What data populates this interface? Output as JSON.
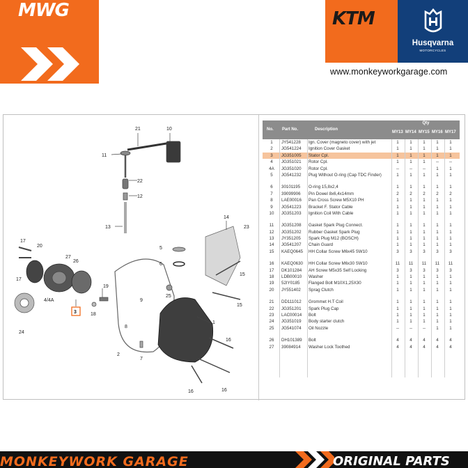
{
  "header": {
    "mwg_logo_text": "MWG",
    "ktm_logo_text": "KTM",
    "husqvarna_logo_text": "Husqvarna",
    "husqvarna_sub_text": "MOTORCYCLES",
    "site_url": "www.monkeyworkgarage.com",
    "brand_color": "#f26b1d",
    "husqvarna_color": "#123f7a"
  },
  "diagram": {
    "callouts": [
      "21",
      "10",
      "11",
      "22",
      "12",
      "13",
      "14",
      "23",
      "17",
      "20",
      "27",
      "26",
      "17",
      "4/4A",
      "3",
      "19",
      "18",
      "5",
      "6",
      "25",
      "9",
      "8",
      "15",
      "15",
      "1",
      "24",
      "2",
      "7",
      "16",
      "16",
      "16"
    ],
    "highlighted_callout": "3",
    "highlight_color": "#f26b1d"
  },
  "table": {
    "col_no": "No.",
    "col_part": "Part No.",
    "col_desc": "Description",
    "col_qty": "Qty",
    "years": [
      "MY13",
      "MY14",
      "MY15",
      "MY16",
      "MY17"
    ],
    "highlight_color": "#f6c49d",
    "rows": [
      {
        "no": "1",
        "part": "JY541228",
        "desc": "Ign. Cover (magneto cover) with jet",
        "q": [
          "1",
          "1",
          "1",
          "1",
          "1"
        ]
      },
      {
        "no": "2",
        "part": "JG541224",
        "desc": "Ignition Cover Gasket",
        "q": [
          "1",
          "1",
          "1",
          "1",
          "1"
        ]
      },
      {
        "no": "3",
        "part": "JG351005",
        "desc": "Stator Cpl.",
        "q": [
          "1",
          "1",
          "1",
          "1",
          "1"
        ],
        "hl": true
      },
      {
        "no": "4",
        "part": "JG351021",
        "desc": "Rotor Cpl.",
        "q": [
          "1",
          "1",
          "1",
          "--",
          "--"
        ]
      },
      {
        "no": "4A",
        "part": "JG351020",
        "desc": "Rotor Cpl.",
        "q": [
          "--",
          "--",
          "--",
          "1",
          "1"
        ]
      },
      {
        "no": "5",
        "part": "JG541232",
        "desc": "Plug Without O-ring (Cap TDC Finder)",
        "q": [
          "1",
          "1",
          "1",
          "1",
          "1"
        ]
      },
      {
        "gap": true
      },
      {
        "no": "6",
        "part": "30101195",
        "desc": "O-ring 15,8x2,4",
        "q": [
          "1",
          "1",
          "1",
          "1",
          "1"
        ]
      },
      {
        "no": "7",
        "part": "39099906",
        "desc": "Pin Dowel 8x6,4x14mm",
        "q": [
          "2",
          "2",
          "2",
          "2",
          "2"
        ]
      },
      {
        "no": "8",
        "part": "LAE00016",
        "desc": "Pan Cross Screw M5X10 PH",
        "q": [
          "1",
          "1",
          "1",
          "1",
          "1"
        ]
      },
      {
        "no": "9",
        "part": "JG541223",
        "desc": "Bracket F. Stator Cable",
        "q": [
          "1",
          "1",
          "1",
          "1",
          "1"
        ]
      },
      {
        "no": "10",
        "part": "JG351203",
        "desc": "Ignition Coil With Cable",
        "q": [
          "1",
          "1",
          "1",
          "1",
          "1"
        ]
      },
      {
        "gap": true
      },
      {
        "no": "11",
        "part": "JG351208",
        "desc": "Gasket Spark Plug Connect.",
        "q": [
          "1",
          "1",
          "1",
          "1",
          "1"
        ]
      },
      {
        "no": "12",
        "part": "JG351202",
        "desc": "Rubber Gasket Spark Plug",
        "q": [
          "1",
          "1",
          "1",
          "1",
          "1"
        ]
      },
      {
        "no": "13",
        "part": "JY351205",
        "desc": "Spark Plug M12 (BOSCH)",
        "q": [
          "1",
          "1",
          "1",
          "1",
          "1"
        ]
      },
      {
        "no": "14",
        "part": "JG541207",
        "desc": "Chain Guard",
        "q": [
          "1",
          "1",
          "1",
          "1",
          "1"
        ]
      },
      {
        "no": "15",
        "part": "KAEQ0645",
        "desc": "HH Collar Screw M6x45 SW10",
        "q": [
          "3",
          "3",
          "3",
          "3",
          "3"
        ]
      },
      {
        "gap": true
      },
      {
        "no": "16",
        "part": "KAEQ0630",
        "desc": "HH Collar Screw M6x30 SW10",
        "q": [
          "11",
          "11",
          "11",
          "11",
          "11"
        ]
      },
      {
        "no": "17",
        "part": "DK101284",
        "desc": "AH Screw M5x35 Self Locking",
        "q": [
          "3",
          "3",
          "3",
          "3",
          "3"
        ]
      },
      {
        "no": "18",
        "part": "LDB00010",
        "desc": "Washer",
        "q": [
          "1",
          "1",
          "1",
          "1",
          "1"
        ]
      },
      {
        "no": "19",
        "part": "52IY0185",
        "desc": "Flanged Bolt M10X1,25X30",
        "q": [
          "1",
          "1",
          "1",
          "1",
          "1"
        ]
      },
      {
        "no": "20",
        "part": "JY551402",
        "desc": "Sprag Clutch",
        "q": [
          "1",
          "1",
          "1",
          "1",
          "1"
        ]
      },
      {
        "gap": true
      },
      {
        "no": "21",
        "part": "DD111012",
        "desc": "Grommet H.T Coil",
        "q": [
          "1",
          "1",
          "1",
          "1",
          "1"
        ]
      },
      {
        "no": "22",
        "part": "JG351201",
        "desc": "Spark Plug Cap",
        "q": [
          "1",
          "1",
          "1",
          "1",
          "1"
        ]
      },
      {
        "no": "23",
        "part": "LAC00014",
        "desc": "Bolt",
        "q": [
          "1",
          "1",
          "1",
          "1",
          "1"
        ]
      },
      {
        "no": "24",
        "part": "JG351019",
        "desc": "Body starter clutch",
        "q": [
          "1",
          "1",
          "1",
          "1",
          "1"
        ]
      },
      {
        "no": "25",
        "part": "JG541074",
        "desc": "Oil Nozzle",
        "q": [
          "--",
          "--",
          "--",
          "1",
          "1"
        ]
      },
      {
        "gap": true
      },
      {
        "no": "26",
        "part": "DH101389",
        "desc": "Bolt",
        "q": [
          "4",
          "4",
          "4",
          "4",
          "4"
        ]
      },
      {
        "no": "27",
        "part": "39084914",
        "desc": "Washer Lock Toothed",
        "q": [
          "4",
          "4",
          "4",
          "4",
          "4"
        ]
      }
    ]
  },
  "footer": {
    "left_text": "MONKEYWORK GARAGE",
    "right_text": "ORIGINAL PARTS"
  }
}
